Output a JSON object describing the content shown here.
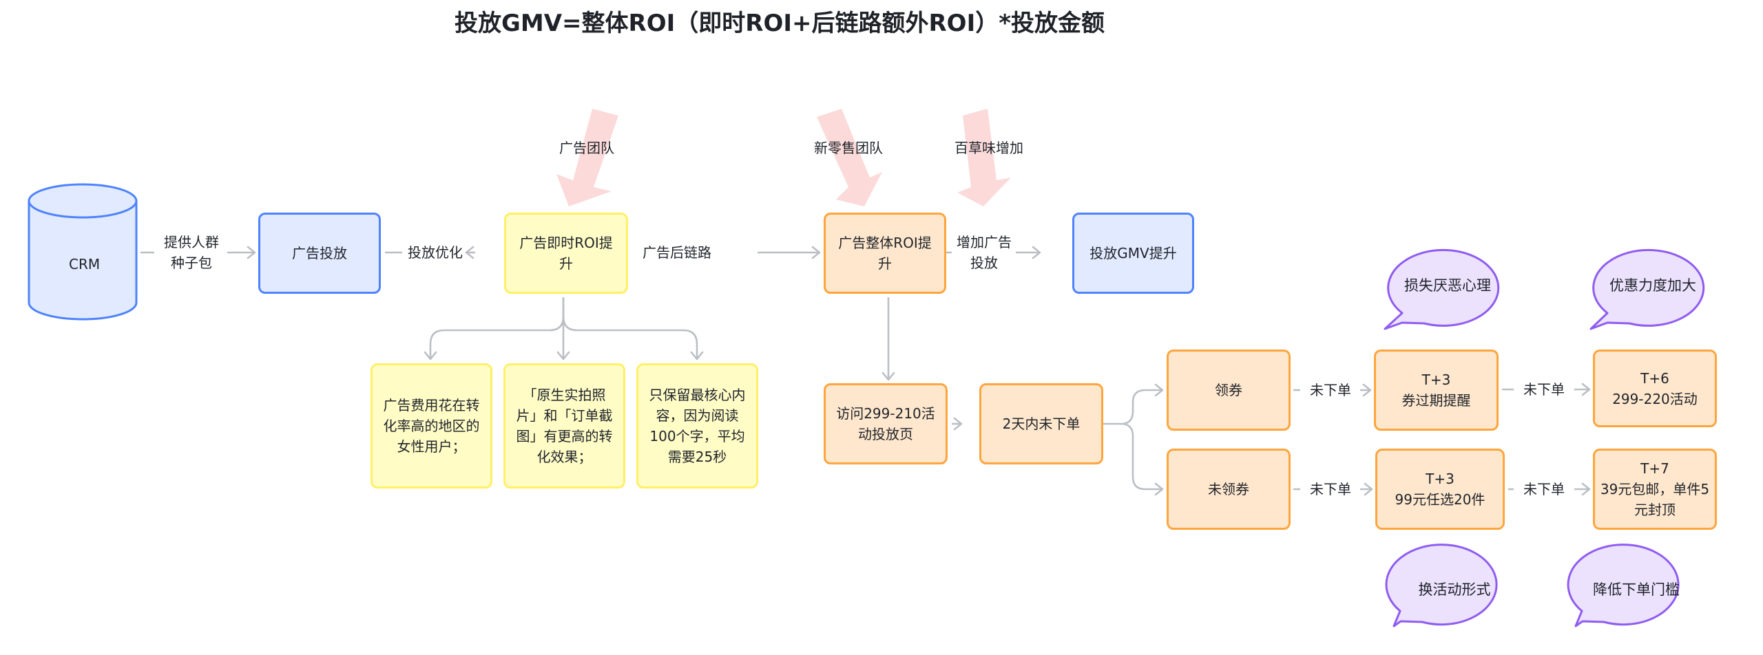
{
  "title": "投放GMV=整体ROI（即时ROI+后链路额外ROI）*投放金额",
  "colors": {
    "blue_fill": "#e1eaff",
    "blue_border": "#4e83fd",
    "yellow_fill": "#fffcc6",
    "yellow_border": "#fff067",
    "orange_fill": "#fee7cd",
    "orange_border": "#ffa53d",
    "purple_fill": "#ece2fe",
    "purple_border": "#8f5cf0",
    "connector": "#bbbfc4",
    "team_arrow": "#fbd4d4"
  },
  "main_flow": {
    "crm": "CRM",
    "edge_seed": "提供人群\n种子包",
    "ad_delivery": "广告投放",
    "edge_optimize": "投放优化",
    "instant_roi": "广告即时ROI提升",
    "edge_backlink": "广告后链路",
    "overall_roi": "广告整体ROI提升",
    "edge_increase": "增加广告\n投放",
    "gmv": "投放GMV提升"
  },
  "teams": [
    {
      "label": "广告团队"
    },
    {
      "label": "新零售团队"
    },
    {
      "label": "百草味增加"
    }
  ],
  "instant_roi_details": [
    "广告费用花在转化率高的地区的女性用户；",
    "「原生实拍照片」和「订单截图」有更高的转化效果；",
    "只保留最核心内容，因为阅读100个字，平均需要25秒"
  ],
  "backlink_flow": {
    "visit": "访问299-210活动投放页",
    "no_order_2d": "2天内未下单",
    "got_coupon": "领券",
    "no_coupon": "未领券",
    "edge_no_order": "未下单",
    "t3_coupon": "T+3\n券过期提醒",
    "t3_deal": "T+3\n99元任选20件",
    "t6": "T+6\n299-220活动",
    "t7": "T+7\n39元包邮，单件5元封顶"
  },
  "notes": {
    "loss_aversion": "损失厌恶心理",
    "bigger_discount": "优惠力度加大",
    "change_format": "换活动形式",
    "lower_threshold": "降低下单门槛"
  }
}
